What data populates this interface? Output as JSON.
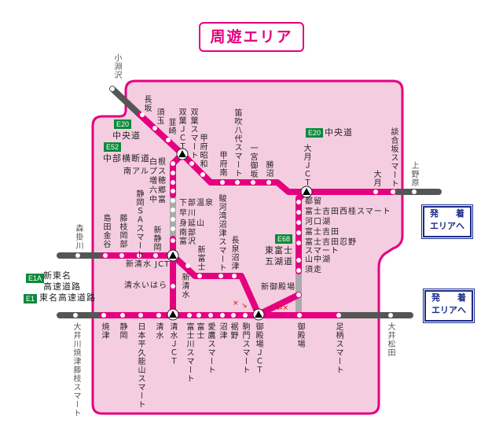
{
  "title": "周遊エリア",
  "colors": {
    "route": "#e4007f",
    "area_fill": "#f5cde0",
    "outside": "#555555",
    "badge": "#0a8a3a",
    "dest": "#1a2a8a"
  },
  "roads": {
    "chuo_top": {
      "badge": "E20",
      "name": "中央道"
    },
    "chubu": {
      "badge": "E52",
      "name": "中部横断道"
    },
    "chuo_right": {
      "badge": "E20",
      "name": "中央道"
    },
    "fujigoko": {
      "badge": "E68",
      "name_1": "東富士",
      "name_2": "五湖道"
    },
    "shintomei": {
      "badge": "E1A",
      "name_1": "新東名",
      "name_2": "高速道路"
    },
    "tomei": {
      "badge": "E1",
      "name": "東名高速道路"
    }
  },
  "chuo_stations": [
    "小淵沢",
    "長坂",
    "須玉",
    "韮崎",
    "双葉ＪＣＴ",
    "双葉スマート",
    "甲府昭和",
    "甲府南",
    "笛吹八代スマート",
    "一宮御坂",
    "勝沼",
    "大月ＪＣＴ",
    "大月",
    "談合坂スマート",
    "上野原"
  ],
  "chubu_stations_left": [
    "白根",
    "南アルプス",
    "増穂",
    "六郷",
    "中富"
  ],
  "chubu_stations_right": [
    "下部温泉",
    "早川",
    "身延山",
    "南部",
    "富沢"
  ],
  "shintomei_stations": [
    "森掛川",
    "島田金谷",
    "藤枝岡部",
    "静岡ＳＡスマート",
    "新静岡",
    "新清水 JCT",
    "清水いはら",
    "新清水",
    "新富士",
    "駿河湾沼津スマート",
    "長泉沼津",
    "新御殿場"
  ],
  "fujigoko_stations": [
    "都留",
    "富士吉田西桂スマート",
    "河口湖",
    "富士吉田",
    "富士吉田忍野",
    "スマート",
    "山中湖",
    "須走"
  ],
  "tomei_stations": [
    "大井川焼津藤枝スマート",
    "焼津",
    "静岡",
    "日本平久能山スマート",
    "清水",
    "清水ＪＣＴ",
    "富士川スマート",
    "富士",
    "愛鷹スマート",
    "沼津",
    "裾野",
    "駒門スマート",
    "御殿場ＪＣＴ",
    "御殿場",
    "足柄スマート",
    "大井松田"
  ],
  "dest_button": {
    "line1": "発　　着",
    "line2": "エリアへ"
  },
  "marks": {
    "left": "×",
    "left_arrow": "↘",
    "right": "⇄×"
  }
}
